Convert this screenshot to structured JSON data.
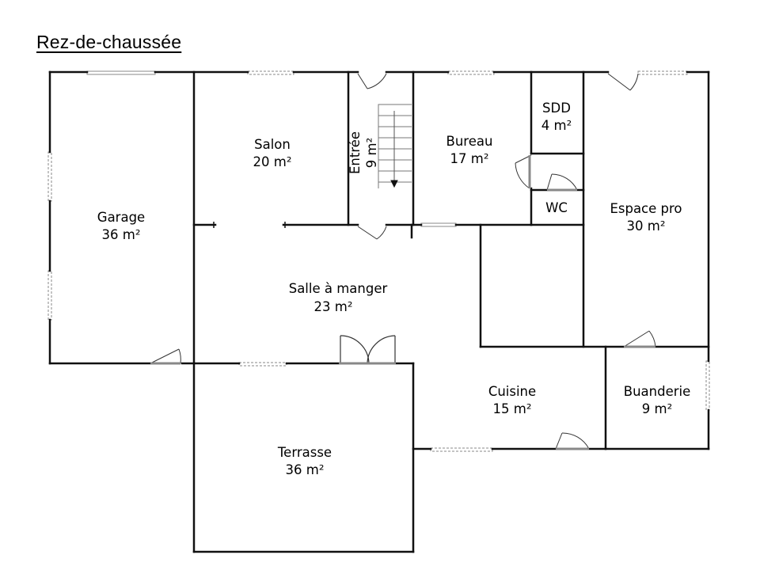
{
  "title": "Rez-de-chaussée",
  "colors": {
    "wall": "#111111",
    "background": "#ffffff",
    "opening": "#888888"
  },
  "rooms": {
    "salon": {
      "name": "Salon",
      "area": "20 m²"
    },
    "entree": {
      "name": "Entrée",
      "area": "9 m²"
    },
    "bureau": {
      "name": "Bureau",
      "area": "17 m²"
    },
    "sdd": {
      "name": "SDD",
      "area": "4 m²"
    },
    "garage": {
      "name": "Garage",
      "area": "36 m²"
    },
    "wc": {
      "name": "WC"
    },
    "espace_pro": {
      "name": "Espace pro",
      "area": "30 m²"
    },
    "salle_a_manger": {
      "name": "Salle à manger",
      "area": "23 m²"
    },
    "cuisine": {
      "name": "Cuisine",
      "area": "15 m²"
    },
    "buanderie": {
      "name": "Buanderie",
      "area": "9 m²"
    },
    "terrasse": {
      "name": "Terrasse",
      "area": "36 m²"
    }
  }
}
